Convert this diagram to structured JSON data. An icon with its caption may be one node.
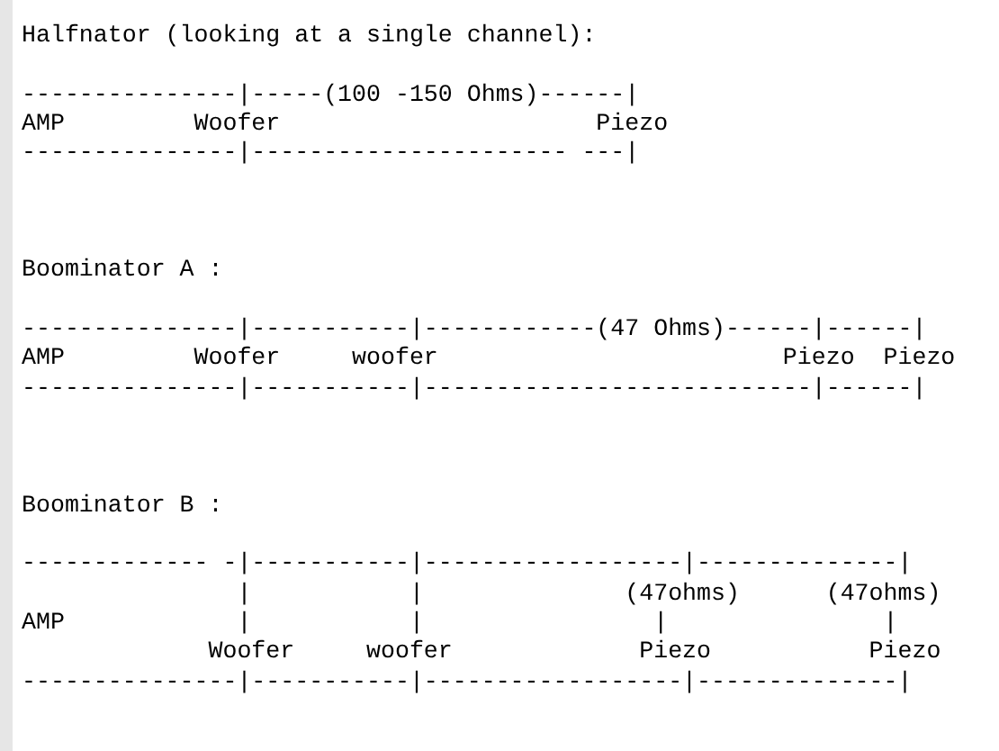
{
  "diagram": {
    "labels": [
      "Halfnator (looking at a single channel):",
      "---------------|-----(100 -150 Ohms)------|",
      "AMP         Woofer                      Piezo",
      "---------------|---------------------- ---|",
      "Boominator A :",
      "---------------|-----------|------------(47 Ohms)------|------|",
      "AMP         Woofer     woofer                        Piezo  Piezo",
      "---------------|-----------|---------------------------|------|",
      "Boominator B :",
      "------------- -|-----------|------------------|--------------|",
      "               |           |              (47ohms)      (47ohms)",
      "AMP            |           |                |               |",
      "             Woofer     woofer             Piezo           Piezo",
      "---------------|-----------|------------------|--------------|"
    ]
  }
}
